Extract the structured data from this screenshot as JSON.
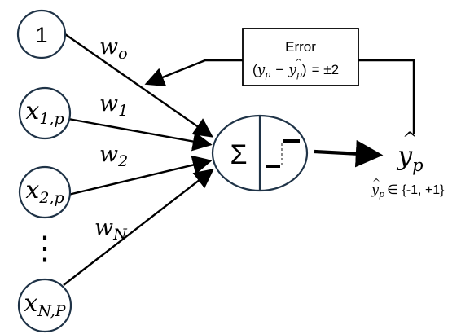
{
  "inputs": {
    "bias": {
      "value": "1"
    },
    "x1": {
      "base": "x",
      "sub": "1,p"
    },
    "x2": {
      "base": "x",
      "sub": "2,p"
    },
    "xN": {
      "base": "x",
      "sub": "N,P"
    }
  },
  "weights": {
    "w0": {
      "base": "w",
      "sub": "o"
    },
    "w1": {
      "base": "w",
      "sub": "1"
    },
    "w2": {
      "base": "w",
      "sub": "2"
    },
    "wN": {
      "base": "w",
      "sub": "N"
    }
  },
  "neuron": {
    "sum_symbol": "Σ"
  },
  "output": {
    "base": "y",
    "sub": "p",
    "range_base": "y",
    "range_sub": "p",
    "range_text": "∈ {-1, +1}"
  },
  "error_box": {
    "title": "Error",
    "formula_y": "y",
    "formula_y_sub": "p",
    "formula_minus": "−",
    "formula_yhat": "y",
    "formula_yhat_sub": "p",
    "formula_equals": "= ±2"
  },
  "ellipsis": "⋮",
  "colors": {
    "node_stroke": "#1f3347",
    "line": "#000000"
  }
}
